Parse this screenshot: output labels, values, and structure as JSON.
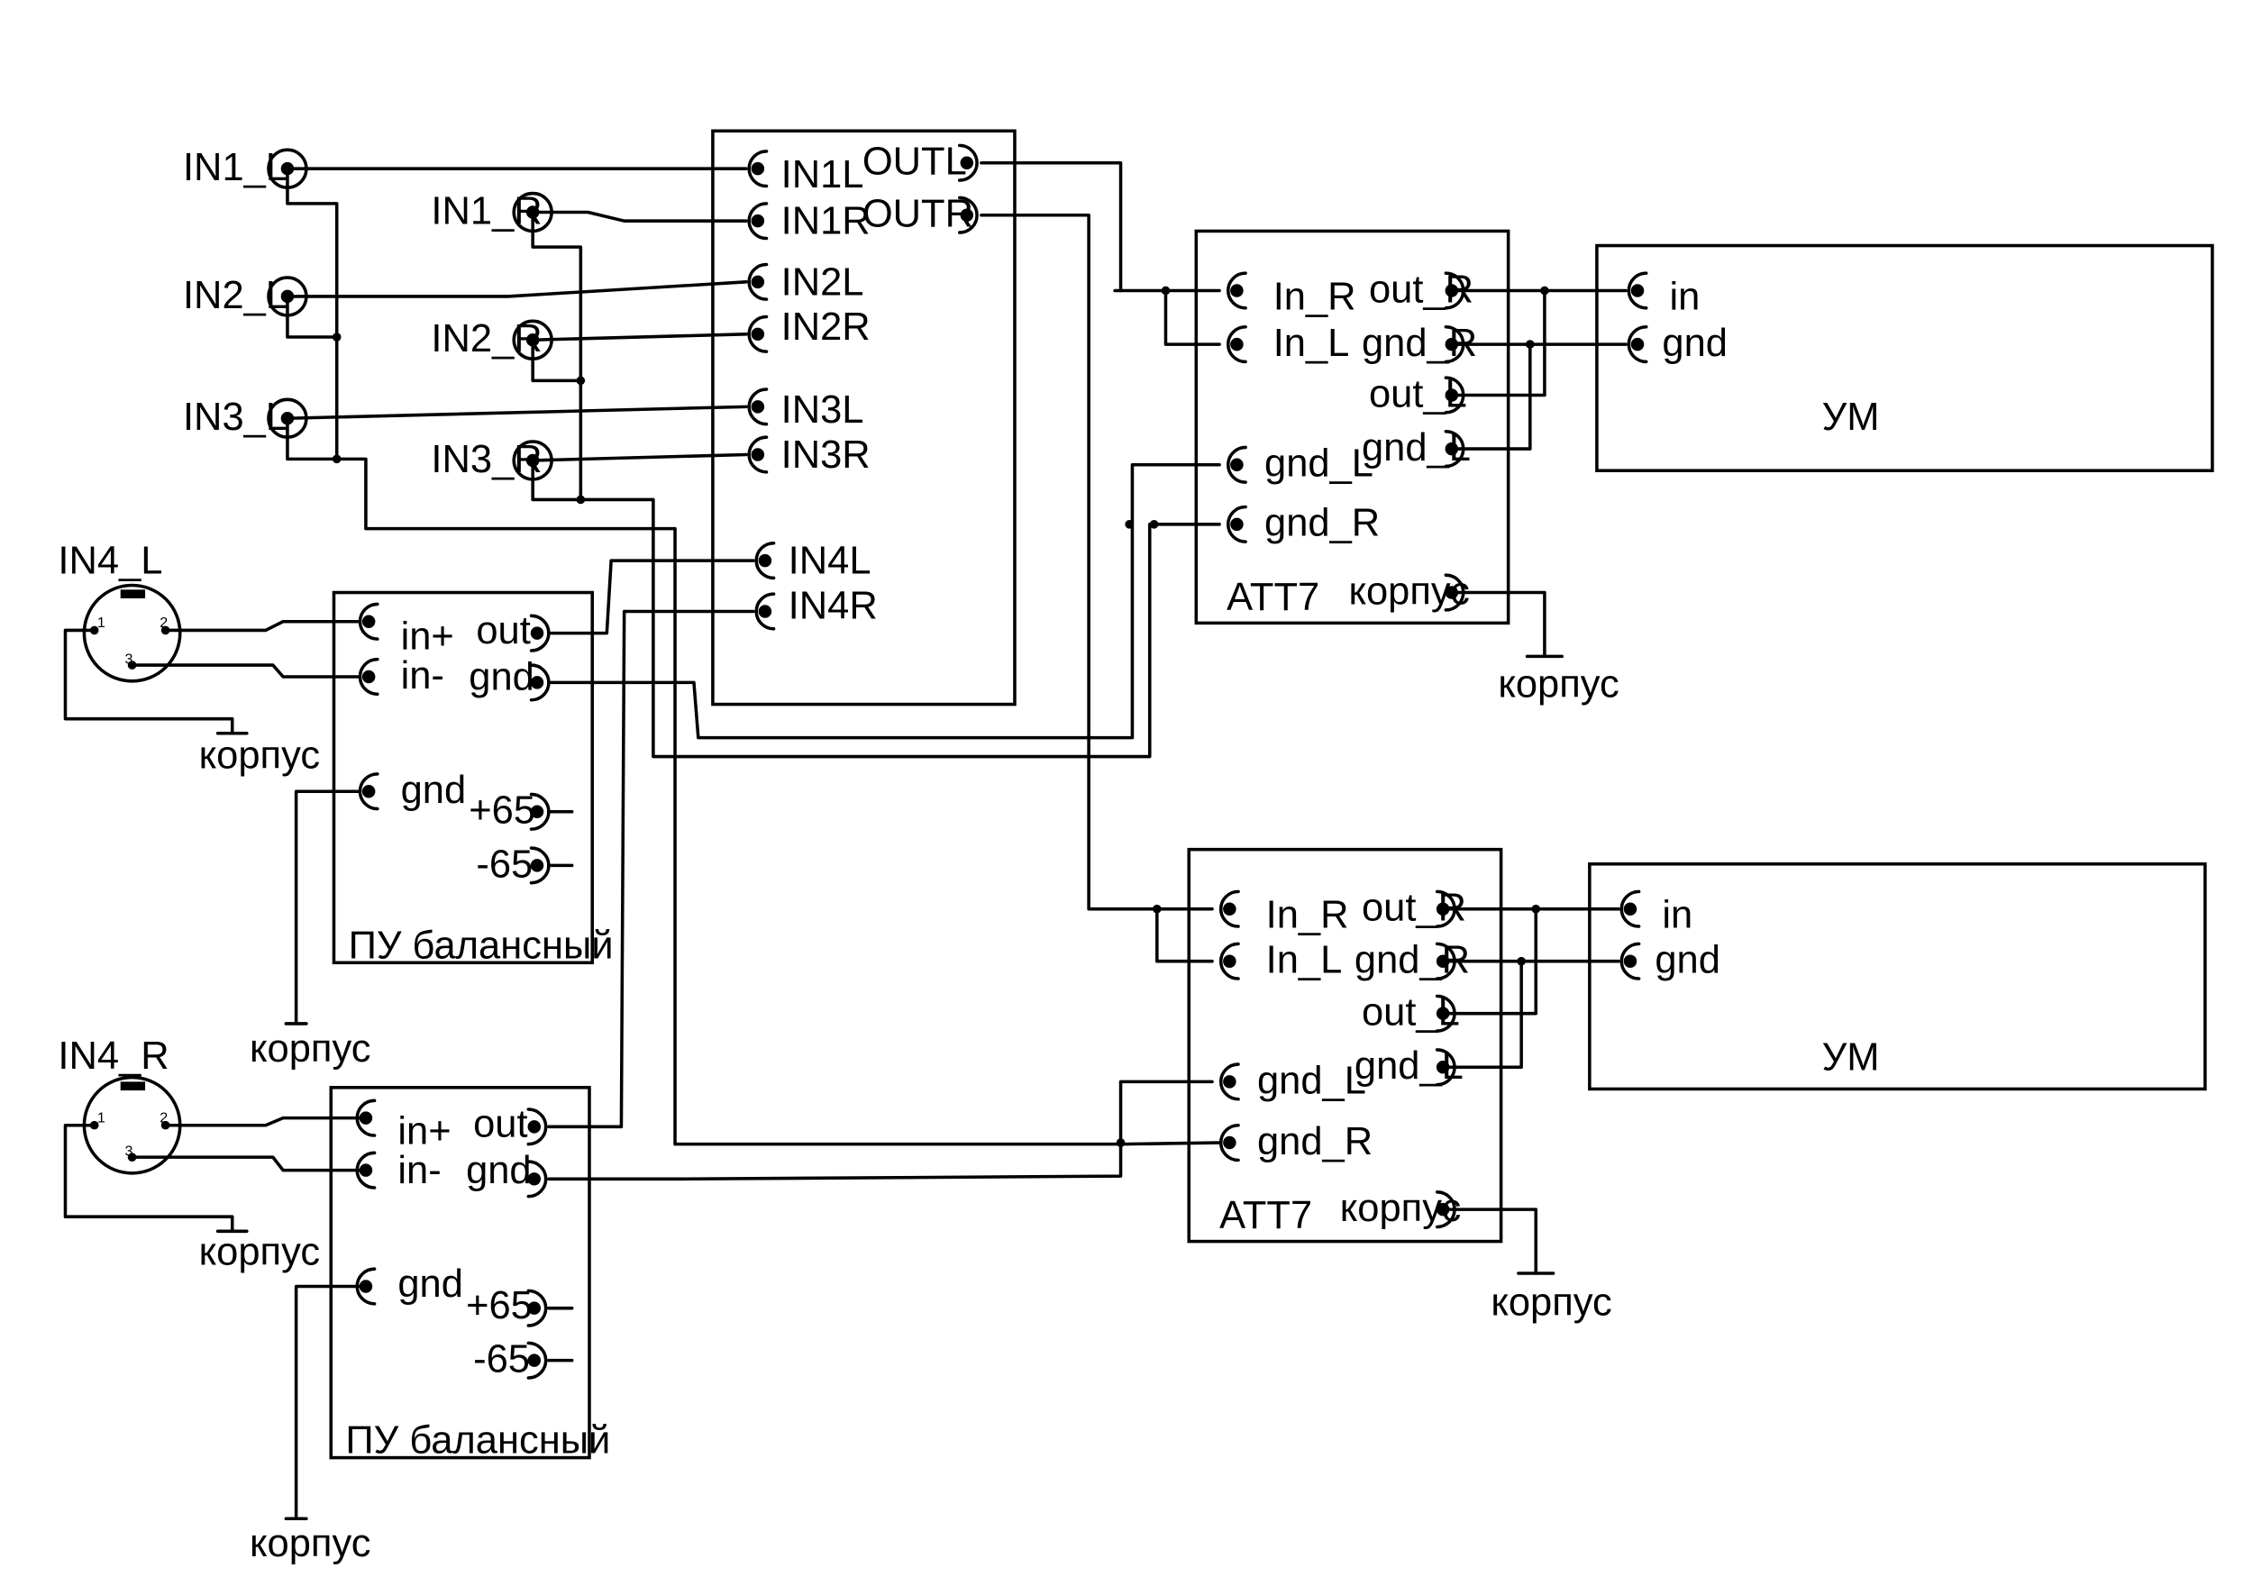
{
  "input_jacks": {
    "in1_l": "IN1_L",
    "in2_l": "IN2_L",
    "in3_l": "IN3_L",
    "in1_r": "IN1_R",
    "in2_r": "IN2_R",
    "in3_r": "IN3_R"
  },
  "selector": {
    "pins": [
      "IN1L",
      "IN1R",
      "IN2L",
      "IN2R",
      "IN3L",
      "IN3R",
      "IN4L",
      "IN4R"
    ],
    "outputs": [
      "OUTL",
      "OUTR"
    ]
  },
  "xlr": {
    "left_label": "IN4_L",
    "right_label": "IN4_R",
    "pins": [
      "1",
      "2",
      "3"
    ]
  },
  "balanced_preamp": {
    "title": "ПУ балансный",
    "pins": [
      "in+",
      "in-",
      "gnd",
      "out",
      "gnd",
      "+65",
      "-65"
    ]
  },
  "attenuator": {
    "title": "ATT7",
    "left_pins": [
      "In_R",
      "In_L",
      "gnd_L",
      "gnd_R"
    ],
    "right_pins": [
      "out_R",
      "gnd_R",
      "out_L",
      "gnd_L",
      "корпус"
    ]
  },
  "amplifier": {
    "title": "УМ",
    "pins": [
      "in",
      "gnd"
    ]
  },
  "ground_label": "корпус"
}
